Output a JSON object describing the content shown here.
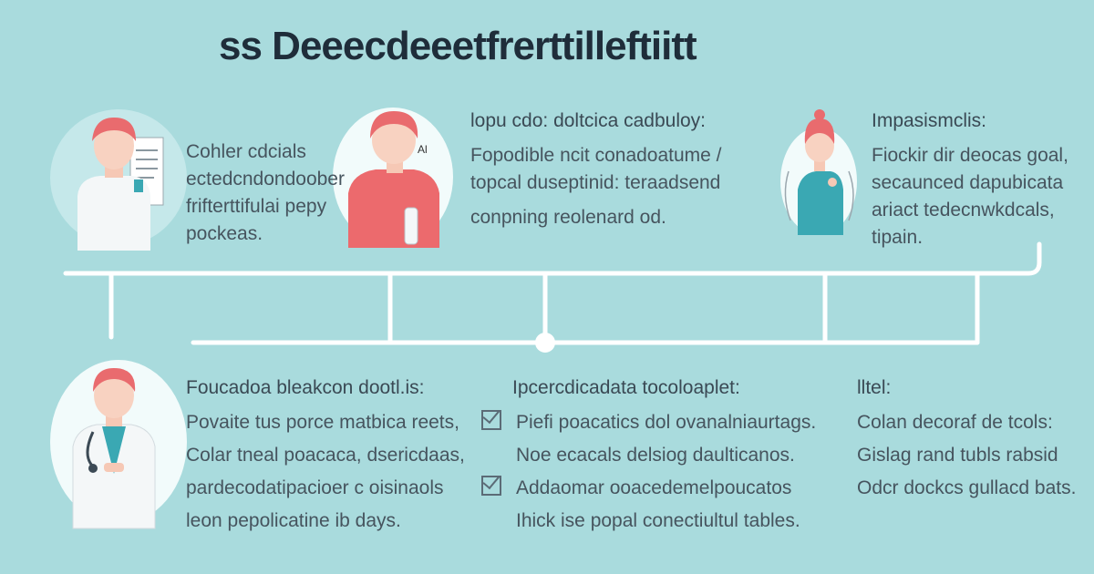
{
  "title": "ss Deeecdeeetfrerttilleftiitt",
  "top_cards": [
    {
      "lines": [
        "Cohler cdcials",
        "ectedcndondoober",
        "frifterttifulai pepy",
        "pockeas."
      ]
    },
    {
      "heading": "lopu cdo: doltcica cadbuloy:",
      "lines": [
        "Fopodible ncit conadoatume /",
        "topcal duseptinid: teraadsend",
        "conpning reolenard od."
      ]
    },
    {
      "heading": "Impasismclis:",
      "lines": [
        "Fiockir dir deocas goal,",
        "secaunced dapubicata",
        "ariact tedecnwkdcals,",
        "tipain."
      ]
    }
  ],
  "bottom_cards": [
    {
      "heading": "Foucadoa bleakcon dootl.is:",
      "lines": [
        "Povaite tus porce matbica reets,",
        "Colar tneal poacaca, dsericdaas,",
        "pardecodatipacioer c oisinaols",
        "leon pepolicatine ib days."
      ]
    },
    {
      "heading": "Ipcercdicadata tocoloaplet:",
      "items": [
        {
          "text": "Piefi poacatics dol ovanalniaurtags.",
          "checked": true
        },
        {
          "text": "Noe ecacals delsiog daulticanos.",
          "checked": false
        },
        {
          "text": "Addaomar ooacedemelpoucatos",
          "checked": true
        },
        {
          "text": "Ihick ise popal conectiultul tables.",
          "checked": false
        }
      ]
    },
    {
      "heading": "lltel:",
      "lines": [
        "Colan decoraf de tcols:",
        "Gislag rand tubls rabsid",
        "Odcr dockcs gullacd bats."
      ]
    }
  ],
  "icons": [
    "doctor-with-clipboard-icon",
    "caregiver-in-red-shirt-icon",
    "patient-with-stethoscope-icon",
    "doctor-in-white-coat-icon"
  ],
  "colors": {
    "background": "#a9dbdd",
    "line": "#ffffff",
    "hair": "#e96b6e",
    "shirt_red": "#ec6a6d",
    "shirt_teal": "#3aa8b3"
  }
}
